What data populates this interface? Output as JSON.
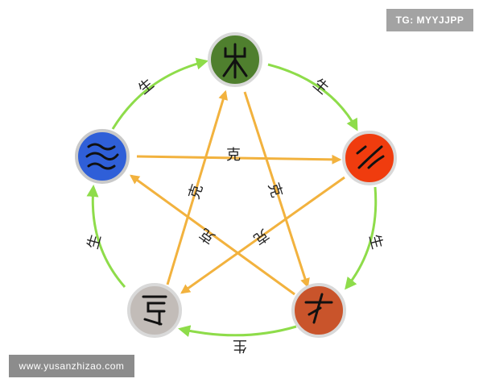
{
  "watermark_top": "TG: MYYJJPP",
  "watermark_bottom": "www.yusanzhizao.com",
  "colors": {
    "generate_arrow": "#8edc4a",
    "overcome_arrow": "#f2b23e",
    "wood": "#4f7f2e",
    "fire": "#f03c0e",
    "earth": "#c9542b",
    "metal": "#c2bcb8",
    "water": "#2f5fd8"
  },
  "elements": [
    {
      "id": "wood",
      "icon": "wood-glyph-icon"
    },
    {
      "id": "fire",
      "icon": "fire-glyph-icon"
    },
    {
      "id": "earth",
      "icon": "earth-glyph-icon"
    },
    {
      "id": "metal",
      "icon": "metal-glyph-icon"
    },
    {
      "id": "water",
      "icon": "water-glyph-icon"
    }
  ],
  "generating_label": "生",
  "overcoming_label": "克"
}
